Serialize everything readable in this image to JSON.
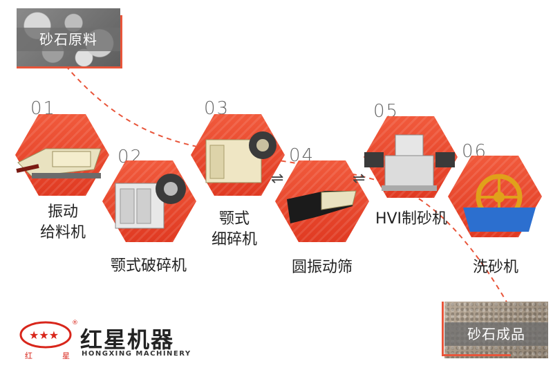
{
  "raw_material": {
    "label": "砂石原料"
  },
  "finished_product": {
    "label": "砂石成品"
  },
  "steps": [
    {
      "num": "01",
      "lines": [
        "振动",
        "给料机"
      ]
    },
    {
      "num": "02",
      "lines": [
        "颚式破碎机"
      ]
    },
    {
      "num": "03",
      "lines": [
        "颚式",
        "细碎机"
      ]
    },
    {
      "num": "04",
      "lines": [
        "圆振动筛"
      ]
    },
    {
      "num": "05",
      "lines": [
        "HVI制砂机"
      ]
    },
    {
      "num": "06",
      "lines": [
        "洗砂机"
      ]
    }
  ],
  "connector_glyphs": [
    "⇌",
    "⇌"
  ],
  "brand": {
    "name": "红星机器",
    "english": "HONGXING MACHINERY",
    "emblem_left": "红",
    "emblem_right": "星",
    "registered": "®"
  },
  "colors": {
    "accent": "#e8553a",
    "brand_red": "#d8261b"
  }
}
